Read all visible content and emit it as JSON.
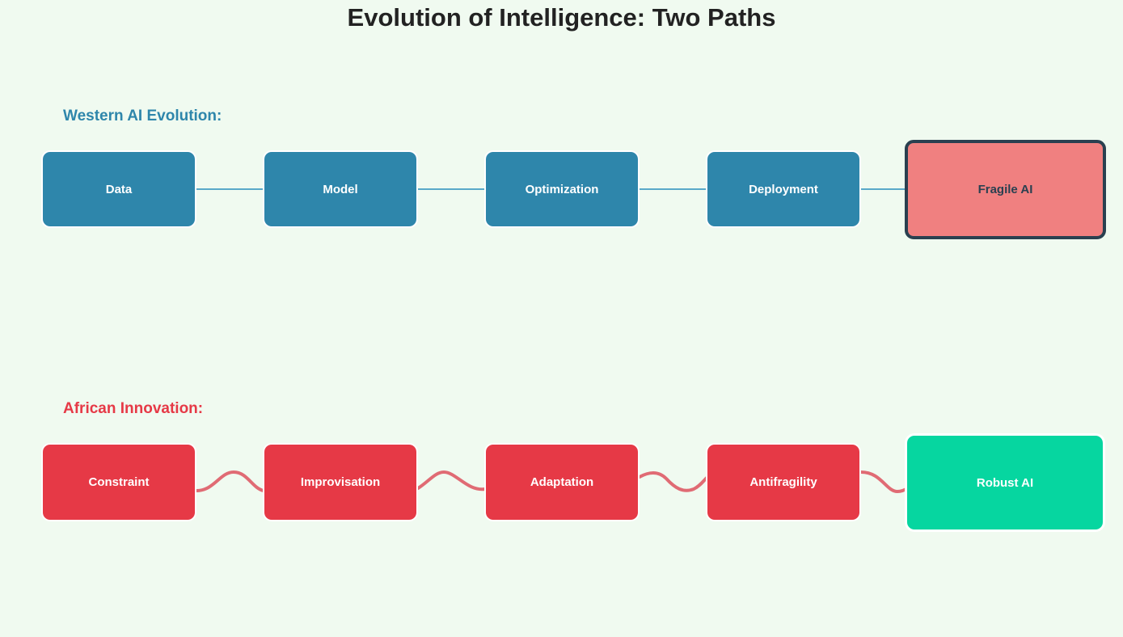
{
  "title": "Evolution of Intelligence: Two Paths",
  "western": {
    "label": "Western AI Evolution:",
    "steps": [
      "Data",
      "Model",
      "Optimization",
      "Deployment"
    ],
    "outcome": "Fragile AI"
  },
  "african": {
    "label": "African Innovation:",
    "steps": [
      "Constraint",
      "Improvisation",
      "Adaptation",
      "Antifragility"
    ],
    "outcome": "Robust AI"
  },
  "colors": {
    "western": "#2e86ab",
    "african": "#e63946",
    "fragile": "#f08080",
    "robust": "#06d6a0",
    "western_connector": "#5aa9c9",
    "african_connector": "#e06b74"
  }
}
